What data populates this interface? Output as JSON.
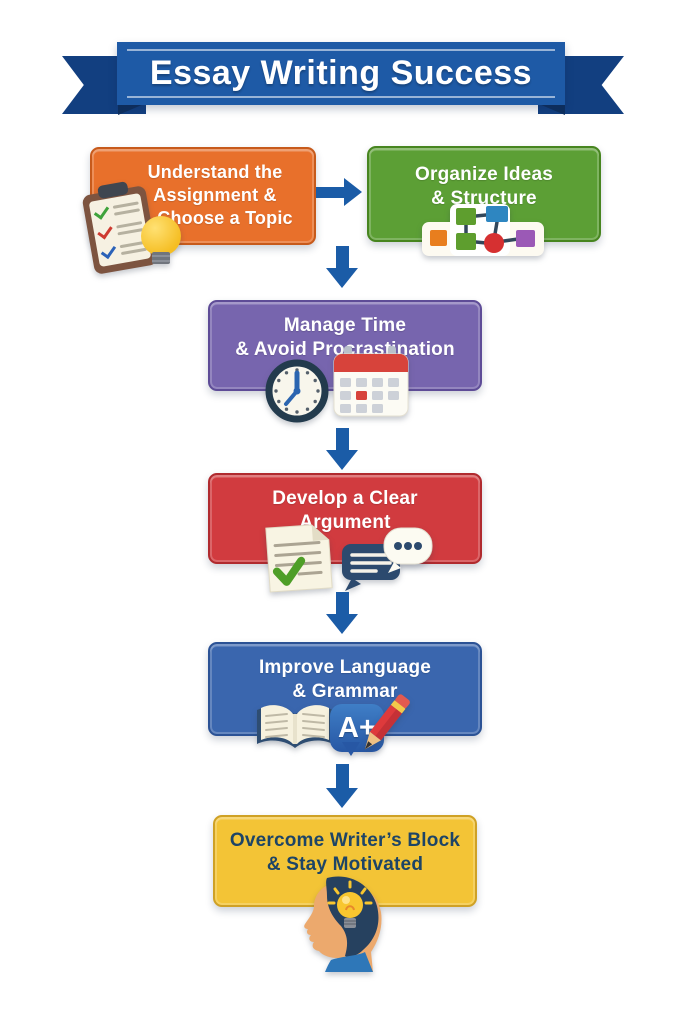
{
  "background_color": "#FFFFFF",
  "banner": {
    "title": "Essay Writing Success",
    "band_color": "#1E5AA6",
    "flap_color": "#123F80",
    "fold_color": "#0D2F5F",
    "text_color": "#FFFFFF"
  },
  "arrow_color": "#1B5CA7",
  "steps": [
    {
      "id": "understand",
      "lines": [
        "Understand the",
        "Assignment &",
        "Choose a Topic"
      ],
      "bg": "#E8702B",
      "border": "#C75A1B",
      "text_color": "#FFFFFF",
      "icon": "clipboard-checklist-lightbulb-icon"
    },
    {
      "id": "organize",
      "lines": [
        "Organize Ideas",
        "& Structure"
      ],
      "bg": "#5C9F35",
      "border": "#47851F",
      "text_color": "#FFFFFF",
      "icon": "flowchart-icon"
    },
    {
      "id": "manage-time",
      "lines": [
        "Manage Time",
        "& Avoid Procrastination"
      ],
      "bg": "#7765AE",
      "border": "#5E4C97",
      "text_color": "#FFFFFF",
      "icon": "clock-calendar-icon"
    },
    {
      "id": "argument",
      "lines": [
        "Develop a Clear",
        "Argument"
      ],
      "bg": "#D13B3F",
      "border": "#B02A2E",
      "text_color": "#FFFFFF",
      "icon": "document-chat-icon"
    },
    {
      "id": "language",
      "lines": [
        "Improve Language",
        "& Grammar"
      ],
      "bg": "#3A66AE",
      "border": "#2B5295",
      "text_color": "#FFFFFF",
      "icon": "book-grade-pencil-icon",
      "grade_label": "A+"
    },
    {
      "id": "motivation",
      "lines": [
        "Overcome Writer’s Block",
        "& Stay Motivated"
      ],
      "bg": "#F3C436",
      "border": "#CFA125",
      "text_color": "#1D4466",
      "icon": "head-lightbulb-icon"
    }
  ]
}
